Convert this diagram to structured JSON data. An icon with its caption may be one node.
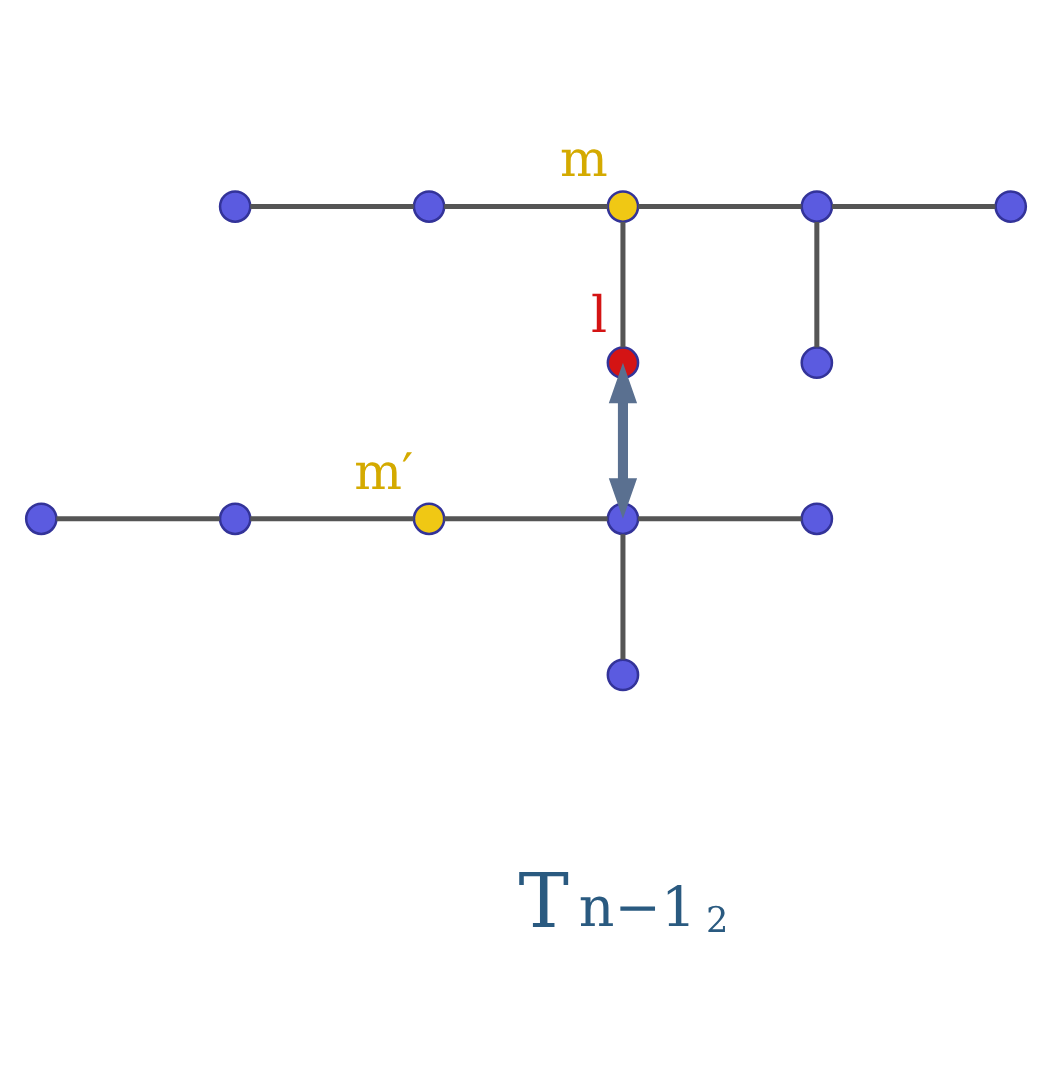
{
  "diagram": {
    "nodes": [
      {
        "text": [],
        "shape": "circle"
      },
      {
        "text": [],
        "shape": "circle"
      },
      {
        "text": [],
        "shape": "circle",
        "beside": [
          "m"
        ]
      },
      {
        "text": [],
        "shape": "circle"
      },
      {
        "text": [],
        "shape": "circle"
      },
      {
        "text": [],
        "shape": "circle",
        "beside": [
          "l"
        ]
      },
      {
        "text": [],
        "shape": "circle"
      },
      {
        "text": [],
        "shape": "circle"
      },
      {
        "text": [],
        "shape": "circle"
      },
      {
        "text": [],
        "shape": "circle",
        "beside": [
          "m′"
        ]
      },
      {
        "text": [],
        "shape": "circle"
      },
      {
        "text": [],
        "shape": "circle"
      },
      {
        "text": [],
        "shape": "circle"
      }
    ],
    "edges": [
      {
        "from": 0,
        "to": 1,
        "arrow": "none"
      },
      {
        "from": 1,
        "to": 2,
        "arrow": "none"
      },
      {
        "from": 2,
        "to": 3,
        "arrow": "none"
      },
      {
        "from": 3,
        "to": 4,
        "arrow": "none"
      },
      {
        "from": 2,
        "to": 5,
        "arrow": "none"
      },
      {
        "from": 3,
        "to": 6,
        "arrow": "none"
      },
      {
        "from": 5,
        "to": 10,
        "arrow": "both",
        "style": "thick",
        "color": "#5a7090"
      },
      {
        "from": 7,
        "to": 8,
        "arrow": "none"
      },
      {
        "from": 8,
        "to": 9,
        "arrow": "none"
      },
      {
        "from": 9,
        "to": 10,
        "arrow": "none"
      },
      {
        "from": 10,
        "to": 11,
        "arrow": "none"
      },
      {
        "from": 10,
        "to": 12,
        "arrow": "none"
      }
    ],
    "labels": [
      "T$_{n−1}$$_{2}$"
    ]
  }
}
